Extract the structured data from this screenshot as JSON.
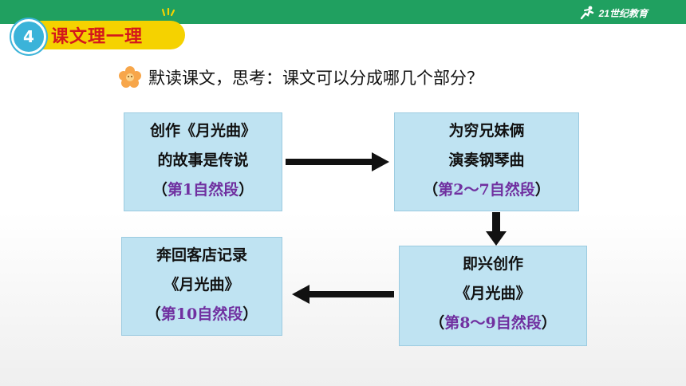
{
  "header": {
    "brand_text": "21世纪教育",
    "brand_colors": {
      "bar": "#20a060"
    },
    "lesson_number": "4",
    "lesson_title": "课文理一理",
    "badge_color": "#3bb3d9",
    "title_bg": "#f5d200",
    "title_color": "#d4171b"
  },
  "question": {
    "icon": "flower-icon",
    "text": "默读课文，思考：课文可以分成哪几个部分？"
  },
  "boxes": [
    {
      "lines": [
        "创作《月光曲》",
        "的故事是传说"
      ],
      "para_open": "（",
      "para": "第1自然段",
      "para_close": "）"
    },
    {
      "lines": [
        "为穷兄妹俩",
        "演奏钢琴曲"
      ],
      "para_open": "（",
      "para": "第2～7自然段",
      "para_close": "）"
    },
    {
      "lines": [
        "即兴创作",
        "《月光曲》"
      ],
      "para_open": "（",
      "para": "第8～9自然段",
      "para_close": "）"
    },
    {
      "lines": [
        "奔回客店记录",
        "《月光曲》"
      ],
      "para_open": "（",
      "para": "第10自然段",
      "para_close": "）"
    }
  ],
  "colors": {
    "box_bg": "#bfe3f2",
    "para_text": "#7030a0",
    "arrow": "#111111"
  }
}
